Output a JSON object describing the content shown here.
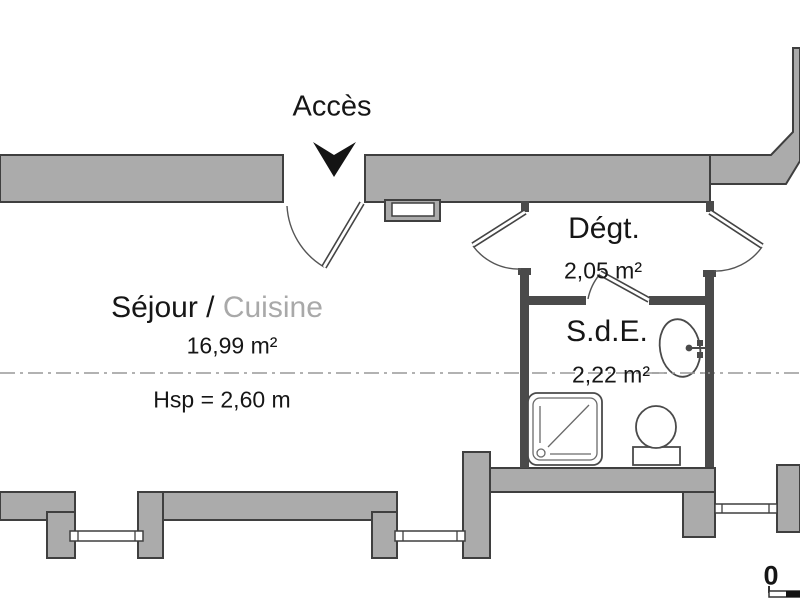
{
  "labels": {
    "access": "Accès",
    "scale_zero": "0"
  },
  "rooms": {
    "sejour": {
      "name_primary": "Séjour / ",
      "name_secondary": "Cuisine",
      "area": "16,99 m²",
      "ceiling_height": "Hsp = 2,60 m"
    },
    "degagement": {
      "name": "Dégt.",
      "area": "2,05 m²"
    },
    "salle_deau": {
      "name": "S.d.E.",
      "area": "2,22 m²"
    }
  },
  "colors": {
    "wall_fill": "#ababab",
    "wall_stroke": "#3f3f3f",
    "partition": "#4a4a4a",
    "text": "#161616",
    "faded_text": "#a9a9a9",
    "arrow": "#141414"
  }
}
